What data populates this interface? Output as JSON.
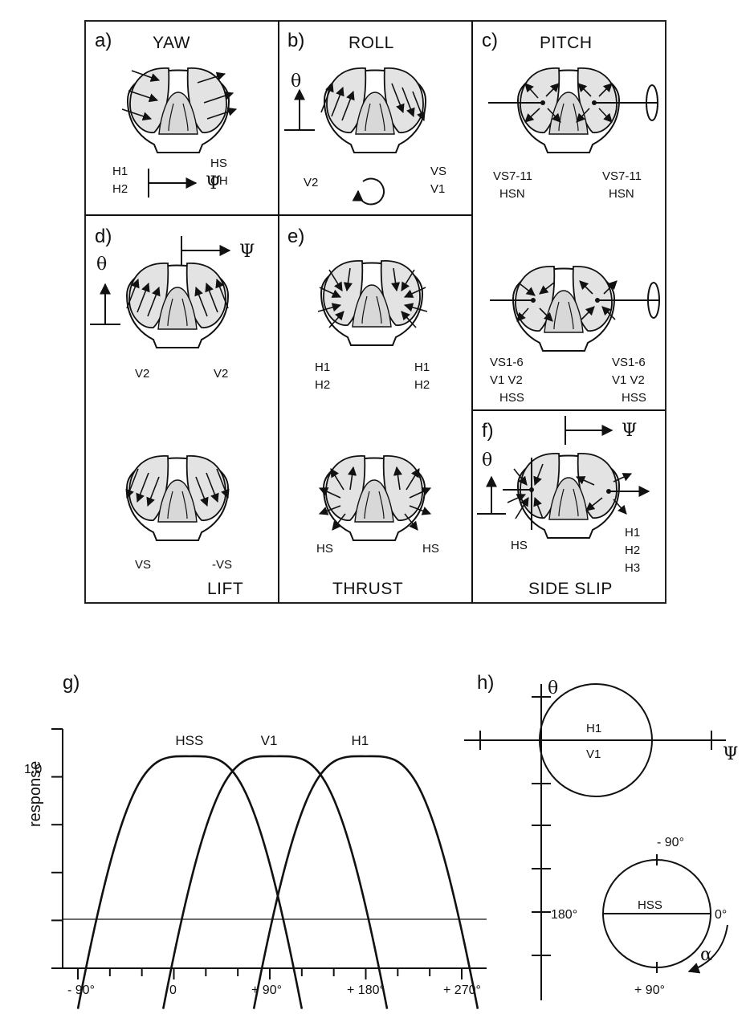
{
  "panels": {
    "a": {
      "label": "a)",
      "title": "YAW",
      "neurons_left": [
        "H1",
        "H2"
      ],
      "neurons_right": [
        "HS",
        "CH"
      ],
      "axis": "Ψ"
    },
    "b": {
      "label": "b)",
      "title": "ROLL",
      "neurons_left": [
        "V2"
      ],
      "neurons_right": [
        "VS",
        "V1"
      ],
      "axis": "θ"
    },
    "c": {
      "label": "c)",
      "title": "PITCH",
      "upper_left": [
        "VS7-11",
        "HSN"
      ],
      "upper_right": [
        "VS7-11",
        "HSN"
      ],
      "lower_left": [
        "VS1-6",
        "V1  V2",
        "HSS"
      ],
      "lower_right": [
        "VS1-6",
        "V1  V2",
        "HSS"
      ]
    },
    "d": {
      "label": "d)",
      "title": "LIFT",
      "upper_left": "V2",
      "upper_right": "V2",
      "lower_left": "VS",
      "lower_right": "-VS",
      "axis_psi": "Ψ",
      "axis_theta": "θ"
    },
    "e": {
      "label": "e)",
      "title": "THRUST",
      "upper_left": [
        "H1",
        "H2"
      ],
      "upper_right": [
        "H1",
        "H2"
      ],
      "lower_left": "HS",
      "lower_right": "HS"
    },
    "f": {
      "label": "f)",
      "title": "SIDE SLIP",
      "left": "HS",
      "right": [
        "H1",
        "H2",
        "H3"
      ],
      "axis_psi": "Ψ",
      "axis_theta": "θ"
    }
  },
  "panel_g": {
    "label": "g)",
    "ylabel": "response",
    "ytick_label": "1.0",
    "xtick_labels": [
      "- 90°",
      "0",
      "+ 90°",
      "+ 180°",
      "+ 270°"
    ]
  },
  "panel_h": {
    "label": "h)",
    "axis_theta": "θ",
    "axis_psi": "Ψ",
    "upper_circle": [
      "H1",
      "V1"
    ],
    "lower_circle": "HSS",
    "angle_labels": [
      "- 90°",
      "180°",
      "0°",
      "+ 90°"
    ],
    "alpha": "α"
  },
  "chart_data": {
    "type": "line",
    "x_range": [
      -90,
      270
    ],
    "y_range": [
      0,
      1
    ],
    "ylabel": "response",
    "x_ticks": [
      -90,
      0,
      90,
      180,
      270
    ],
    "series": [
      {
        "name": "HSS",
        "x": [
          -90,
          15,
          120
        ],
        "y": [
          -0.55,
          1.0,
          -0.55
        ]
      },
      {
        "name": "V1",
        "x": [
          -10,
          95,
          200
        ],
        "y": [
          -0.55,
          1.0,
          -0.55
        ]
      },
      {
        "name": "H1",
        "x": [
          75,
          180,
          285
        ],
        "y": [
          -0.55,
          1.0,
          -0.55
        ]
      }
    ]
  }
}
